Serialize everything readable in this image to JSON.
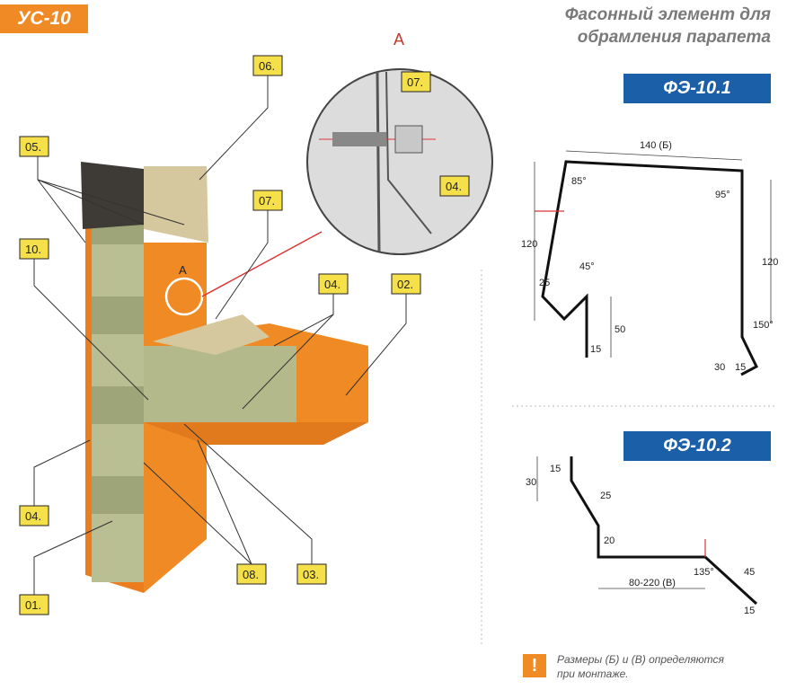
{
  "badge": "УС-10",
  "title": {
    "line1": "Фасонный элемент для",
    "line2": "обрамления парапета"
  },
  "fe1": {
    "header": "ФЭ-10.1",
    "dims": {
      "top": "140 (Б)",
      "angle_left": "85°",
      "angle_right": "95°",
      "left_height": "120",
      "right_height": "120",
      "slant": "25",
      "angle_45": "45°",
      "drop": "50",
      "foot": "15",
      "r_slant": "30",
      "r_foot": "15",
      "r_angle": "150°"
    }
  },
  "fe2": {
    "header": "ФЭ-10.2",
    "dims": {
      "h30": "30",
      "h15": "15",
      "slant25": "25",
      "h20": "20",
      "base": "80-220 (В)",
      "angle": "135°",
      "s45": "45",
      "end15": "15"
    }
  },
  "callouts": {
    "c01": "01.",
    "c02": "02.",
    "c03": "03.",
    "c04a": "04.",
    "c04b": "04.",
    "c04c": "04.",
    "c05": "05.",
    "c06": "06.",
    "c07a": "07.",
    "c07b": "07.",
    "c08": "08.",
    "c10": "10.",
    "detail_a": "A",
    "detail_a_top": "A"
  },
  "note": {
    "line1": "Размеры (Б) и (В) определяются",
    "line2": "при монтаже."
  },
  "warn_icon": "exclamation-icon",
  "colors": {
    "orange": "#f08a24",
    "blue": "#1a5fa8",
    "callout": "#f5e04a",
    "wool": "#b4b98c",
    "metal": "#cfc19a"
  }
}
